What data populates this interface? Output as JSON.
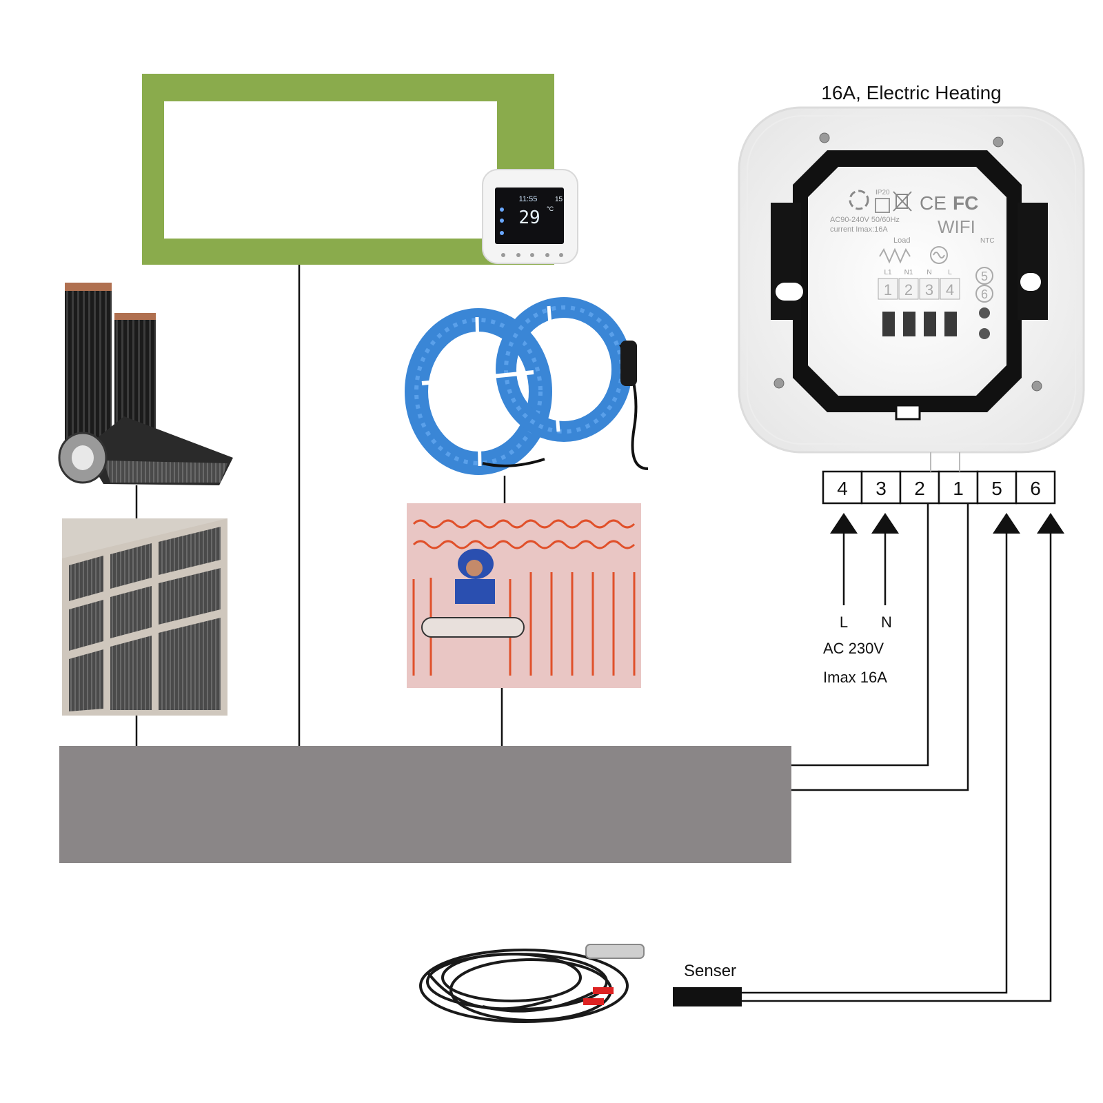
{
  "title": "16A, Electric Heating",
  "device": {
    "certifications": {
      "ip": "IP20",
      "ce": "CE",
      "fc": "FC"
    },
    "spec_line1": "AC90-240V 50/60Hz",
    "spec_line2": "current Imax:16A",
    "wifi": "WIFI",
    "load_label": "Load",
    "terminal_labels": [
      "L1",
      "N1",
      "N",
      "L"
    ],
    "terminal_numbers": [
      "1",
      "2",
      "3",
      "4"
    ],
    "ntc_label": "NTC",
    "ntc_numbers": [
      "5",
      "6"
    ]
  },
  "panel_display": {
    "temp_main": "29",
    "temp_unit": "°C",
    "temp_set": "15",
    "time": "11:55"
  },
  "terminal_strip": [
    "4",
    "3",
    "2",
    "1",
    "5",
    "6"
  ],
  "power": {
    "l": "L",
    "n": "N",
    "voltage": "AC 230V",
    "current": "Imax 16A"
  },
  "sensor_label": "Senser",
  "colors": {
    "panel_green": "#8aab4c",
    "floor_gray": "#8a8687",
    "cable_blue": "#3a86d6",
    "heating_red": "#e0502a",
    "floor_pink": "#e9c6c4"
  },
  "icons": [
    "film-roll-icon",
    "heating-cable-icon",
    "sensor-probe-icon",
    "thermostat-icon"
  ]
}
